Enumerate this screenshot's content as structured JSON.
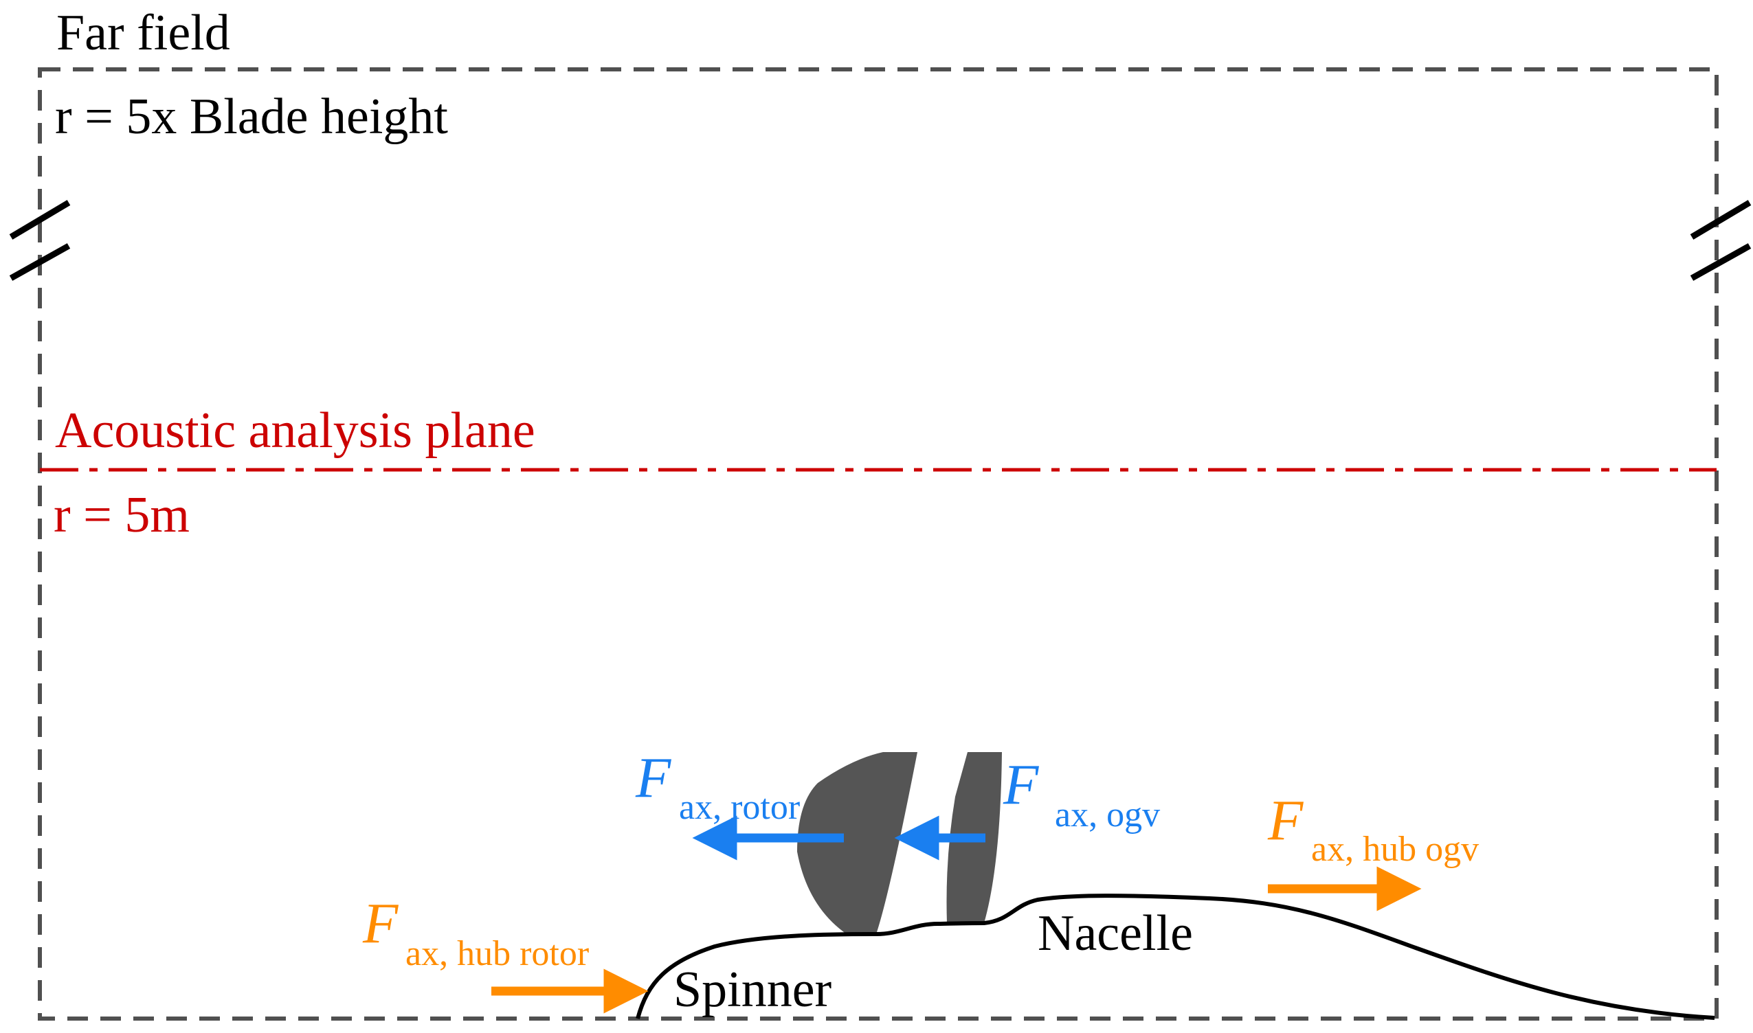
{
  "labels": {
    "far_field": "Far field",
    "far_field_radius": "r = 5x Blade height",
    "acoustic_plane": "Acoustic analysis plane",
    "acoustic_radius": "r = 5m",
    "nacelle": "Nacelle",
    "spinner": "Spinner"
  },
  "forces": {
    "rotor": {
      "symbol": "F",
      "subscript": "ax, rotor",
      "direction": "left"
    },
    "ogv": {
      "symbol": "F",
      "subscript": "ax, ogv",
      "direction": "left"
    },
    "hub_ogv": {
      "symbol": "F",
      "subscript": "ax, hub ogv",
      "direction": "right"
    },
    "hub_rotor": {
      "symbol": "F",
      "subscript": "ax, hub rotor",
      "direction": "right"
    }
  },
  "colors": {
    "boundary": "#505050",
    "acoustic_plane": "#cc0000",
    "blade_force": "#1a7ff0",
    "hub_force": "#ff8c00",
    "blade_fill": "#555555",
    "surface": "#000000"
  }
}
